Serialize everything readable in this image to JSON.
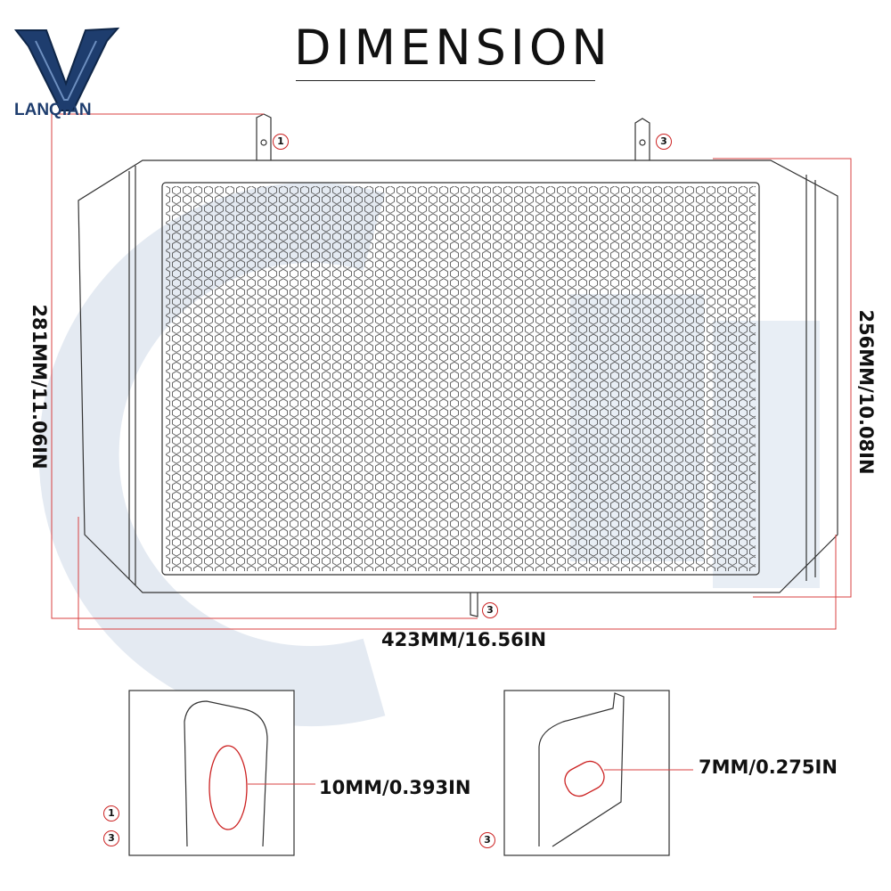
{
  "brand": {
    "name": "LANQIAN"
  },
  "title": "DIMENSION",
  "dimensions": {
    "height_left": "281MM/11.06IN",
    "height_right": "256MM/10.08IN",
    "width": "423MM/16.56IN",
    "hole_1": "10MM/0.393IN",
    "hole_3": "7MM/0.275IN"
  },
  "markers": {
    "one": "1",
    "three": "3"
  },
  "colors": {
    "dimension_line": "#d94040",
    "outline": "#333333",
    "logo_blue": "#1e3d6e",
    "watermark": "#dfe6ef"
  }
}
